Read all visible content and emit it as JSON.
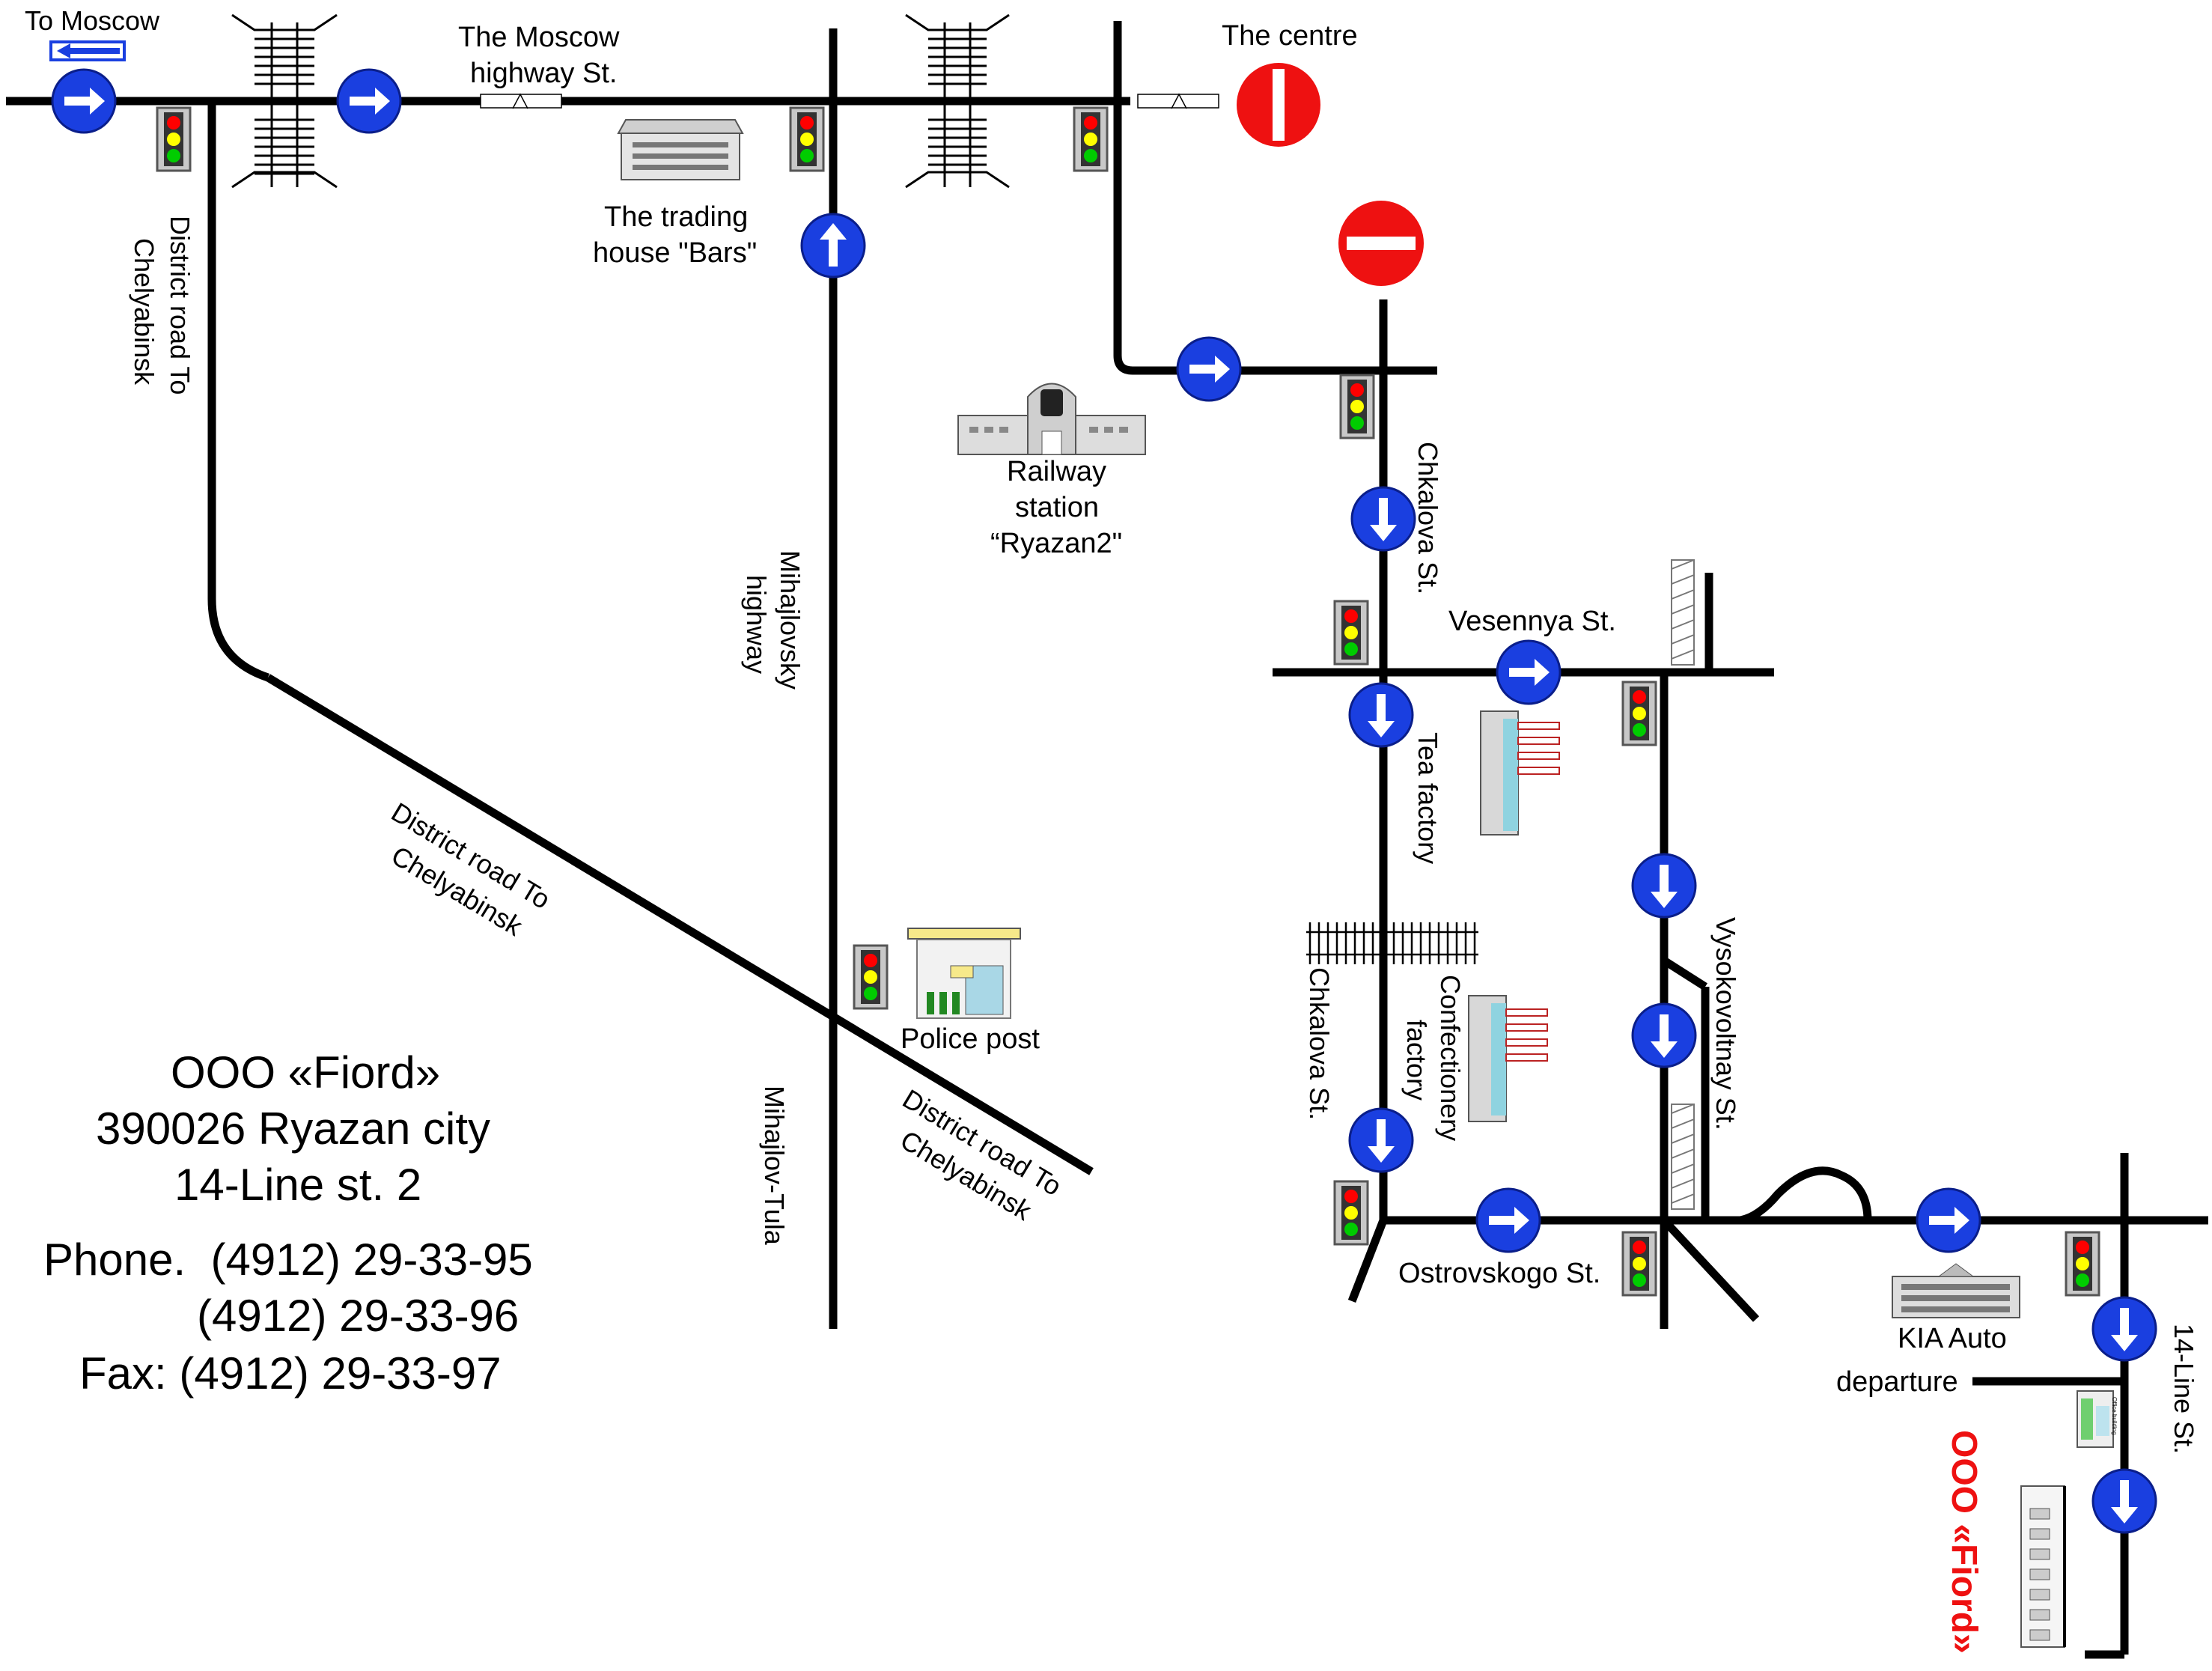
{
  "colors": {
    "road": "#000000",
    "arrow_sign": "#1a3fe0",
    "no_entry": "#ee1111",
    "company_highlight": "#ee1111",
    "light_red": "#ff0000",
    "light_yellow": "#ffff00",
    "light_green": "#00cc00"
  },
  "labels": {
    "to_moscow": "To Moscow",
    "moscow_highway_1": "The Moscow",
    "moscow_highway_2": "highway St.",
    "centre": "The centre",
    "trading_1": "The trading",
    "trading_2": "house \"Bars\"",
    "district_road_vertical_1": "District road To",
    "district_road_vertical_2": "Chelyabinsk",
    "railway_1": "Railway",
    "railway_2": "station",
    "railway_3": "“Ryazan2\"",
    "mihajlovsky_1": "Mihajlovsky",
    "mihajlovsky_2": "highway",
    "chkalova_upper": "Chkalova St.",
    "vesennya": "Vesennya St.",
    "tea_factory": "Tea factory",
    "district_road_diag_1_a": "District road To",
    "district_road_diag_1_b": "Chelyabinsk",
    "district_road_diag_2_a": "District road To",
    "district_road_diag_2_b": "Chelyabinsk",
    "police_post": "Police post",
    "chkalova_lower": "Chkalova St.",
    "confectionery_1": "Confectionery",
    "confectionery_2": "factory",
    "vysokovoltnay": "Vysokovoltnay St.",
    "mihajlov_tula": "Mihajlov-Tula",
    "ostrovskogo": "Ostrovskogo St.",
    "kia_auto": "KIA Auto",
    "departure": "departure",
    "line14": "14-Line St.",
    "office_building": "Office building",
    "company_vertical": "OOO «Fiord»"
  },
  "address": {
    "company": "OOO «Fiord»",
    "city": "390026 Ryazan city",
    "street": "14-Line st. 2",
    "phone_1": "Phone.  (4912) 29-33-95",
    "phone_2": "(4912) 29-33-96",
    "fax": "Fax: (4912) 29-33-97"
  },
  "icons": {
    "direction_arrow": "blue-direction-arrow-sign-icon",
    "no_entry": "no-entry-sign-icon",
    "traffic_light": "traffic-light-icon",
    "railway_crossing": "railway-crossing-icon"
  }
}
